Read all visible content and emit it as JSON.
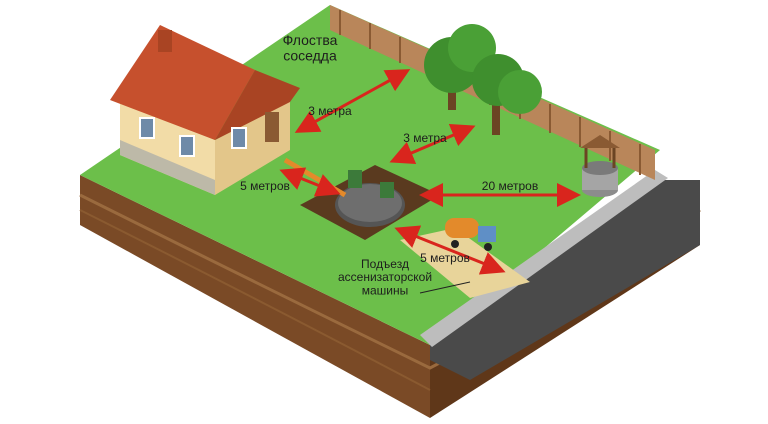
{
  "labels": {
    "fence": "Флоства\nсоседда",
    "dist_fence": "3 метра",
    "dist_house": "5 метров",
    "dist_trees": "3 метра",
    "dist_well": "20 метров",
    "dist_road": "5 метров",
    "truck_access": "Подъезд\nассенизаторской\nмашины"
  },
  "colors": {
    "grass": "#6cbf4a",
    "soil": "#7a4a26",
    "road": "#4a4a4a",
    "arrow": "#d9251d",
    "roof": "#c6502d",
    "wall": "#f2dca7"
  }
}
